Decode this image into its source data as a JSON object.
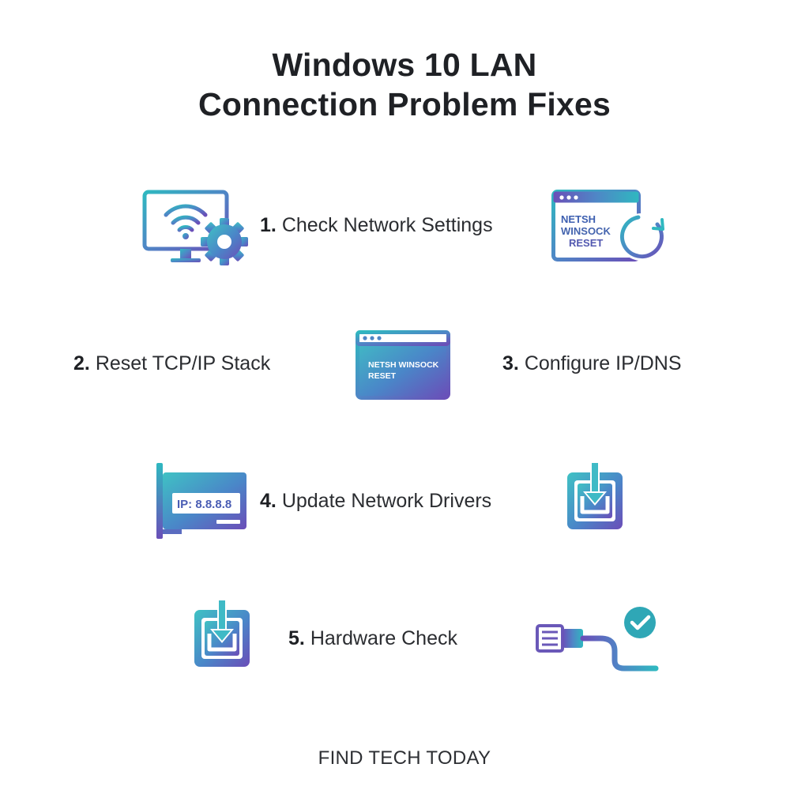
{
  "title": {
    "line1": "Windows 10 LAN",
    "line2": "Connection Problem Fixes"
  },
  "steps": [
    {
      "number": "1.",
      "label": "Check Network Settings"
    },
    {
      "number": "2.",
      "label": "Reset TCP/IP Stack"
    },
    {
      "number": "3.",
      "label": "Configure IP/DNS"
    },
    {
      "number": "4.",
      "label": "Update Network Drivers"
    },
    {
      "number": "5.",
      "label": "Hardware Check"
    }
  ],
  "icons": {
    "monitor_gear": "monitor-wifi-gear-icon",
    "terminal_reset_power": "terminal-reset-power-icon",
    "terminal_reset": "terminal-reset-icon",
    "network_card": "network-card-icon",
    "chip_download_a": "chip-download-icon",
    "chip_download_b": "chip-download-icon",
    "ethernet_cable_check": "ethernet-cable-check-icon"
  },
  "icon_text": {
    "terminal_a_line1": "NETSH",
    "terminal_a_line2": "WINSOCK",
    "terminal_a_line3": "RESET",
    "terminal_b_line1": "NETSH WINSOCK",
    "terminal_b_line2": "RESET",
    "network_card_label": "IP: 8.8.8.8"
  },
  "footer": "FIND TECH TODAY",
  "colors": {
    "gradient_start": "#2fb8c0",
    "gradient_mid": "#4f86c6",
    "gradient_end": "#6a4fb8",
    "text": "#222428",
    "check_badge": "#2fa7b6"
  }
}
